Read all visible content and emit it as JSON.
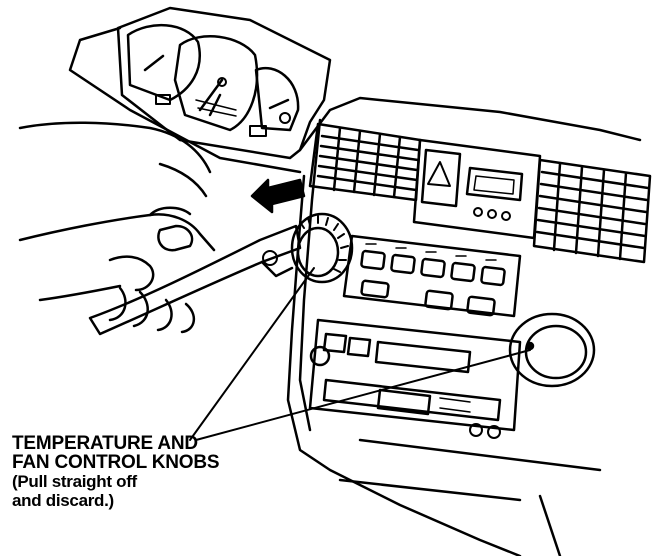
{
  "figure": {
    "callout": {
      "line1": "TEMPERATURE AND",
      "line2": "FAN CONTROL KNOBS",
      "line3": "(Pull straight off",
      "line4": "and discard.)"
    },
    "colors": {
      "ink": "#000000",
      "paper": "#ffffff"
    },
    "depicted_items": [
      "instrument-cluster",
      "hand",
      "removal-tool",
      "temperature-knob",
      "fan-knob",
      "climate-control-panel",
      "air-vents",
      "radio",
      "pull-direction-arrow"
    ]
  }
}
